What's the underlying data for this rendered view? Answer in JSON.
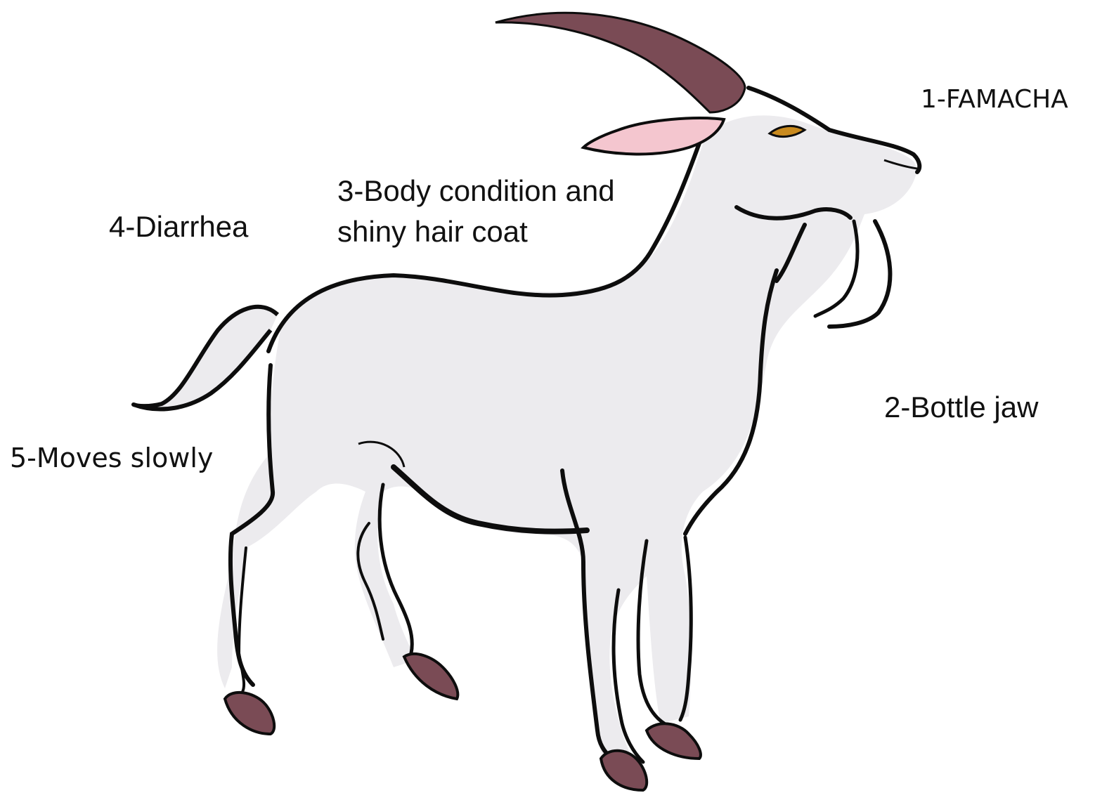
{
  "labels": {
    "famacha": "1-FAMACHA",
    "bottle_jaw": "2-Bottle jaw",
    "body_condition_line1": "3-Body condition and",
    "body_condition_line2": "shiny hair coat",
    "diarrhea": "4-Diarrhea",
    "moves_slowly": "5-Moves slowly"
  },
  "colors": {
    "outline": "#0d0d0d",
    "body_fill": "#ecebee",
    "horn": "#7a4b55",
    "hoof": "#7a4b55",
    "ear_inner": "#f4c6cf",
    "eye": "#c98a1e"
  }
}
